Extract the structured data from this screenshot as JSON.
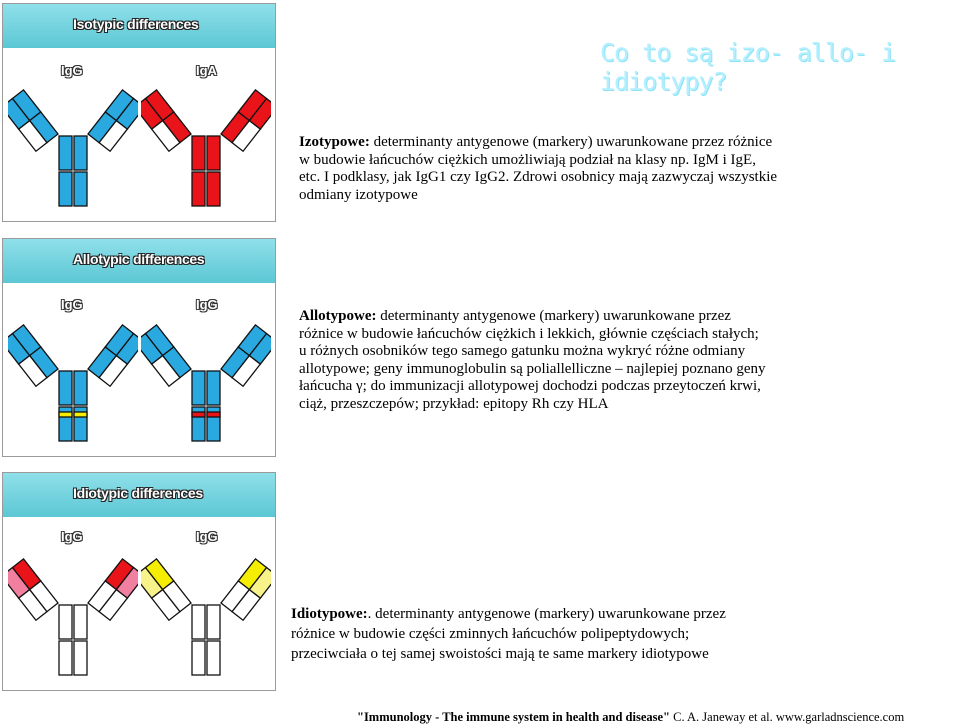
{
  "heading": "Co to są izo- allo- i idiotypy?",
  "panels": [
    {
      "title": "Isotypic differences",
      "labels": [
        "IgG",
        "IgA"
      ],
      "term": "Izotypowe:",
      "text": " determinanty antygenowe (markery) uwarunkowane przez różnice w budowie łańcuchów ciężkich umożliwiają podział na klasy np. IgM i IgE, etc. I podklasy, jak IgG1 czy IgG2. Zdrowi osobnicy mają zazwyczaj wszystkie odmiany izotypowe"
    },
    {
      "title": "Allotypic differences",
      "labels": [
        "IgG",
        "IgG"
      ],
      "term": "Allotypowe:",
      "text": " determinanty antygenowe (markery) uwarunkowane przez różnice w budowie łańcuchów ciężkich i lekkich, głównie częściach stałych; u różnych osobników tego samego gatunku można wykryć różne odmiany allotypowe; geny immunoglobulin są poliallelliczne – najlepiej poznano geny łańcucha γ; do immunizacji allotypowej dochodzi podczas przeytoczeń krwi, ciąż, przeszczepów; przykład: epitopy Rh czy HLA"
    },
    {
      "title": "Idiotypic differences",
      "labels": [
        "IgG",
        "IgG"
      ],
      "term": "Idiotypowe:",
      "text": ". determinanty antygenowe (markery) uwarunkowane przez różnice w budowie części zminnych łańcuchów polipeptydowych; przeciwciała o tej samej swoistości mają te same markery idiotypowe"
    }
  ],
  "citation": {
    "title": "\"Immunology - The immune system in health and disease\"",
    "rest": " C. A. Janeway et al. www.garladnscience.com"
  },
  "colors": {
    "blue": "#29a9e0",
    "red": "#e8141a",
    "yellow": "#f5ee00",
    "pink": "#f07fa0",
    "paleYellow": "#f7f38a",
    "header": "#5cc7d4",
    "heading": "#b3efff"
  }
}
